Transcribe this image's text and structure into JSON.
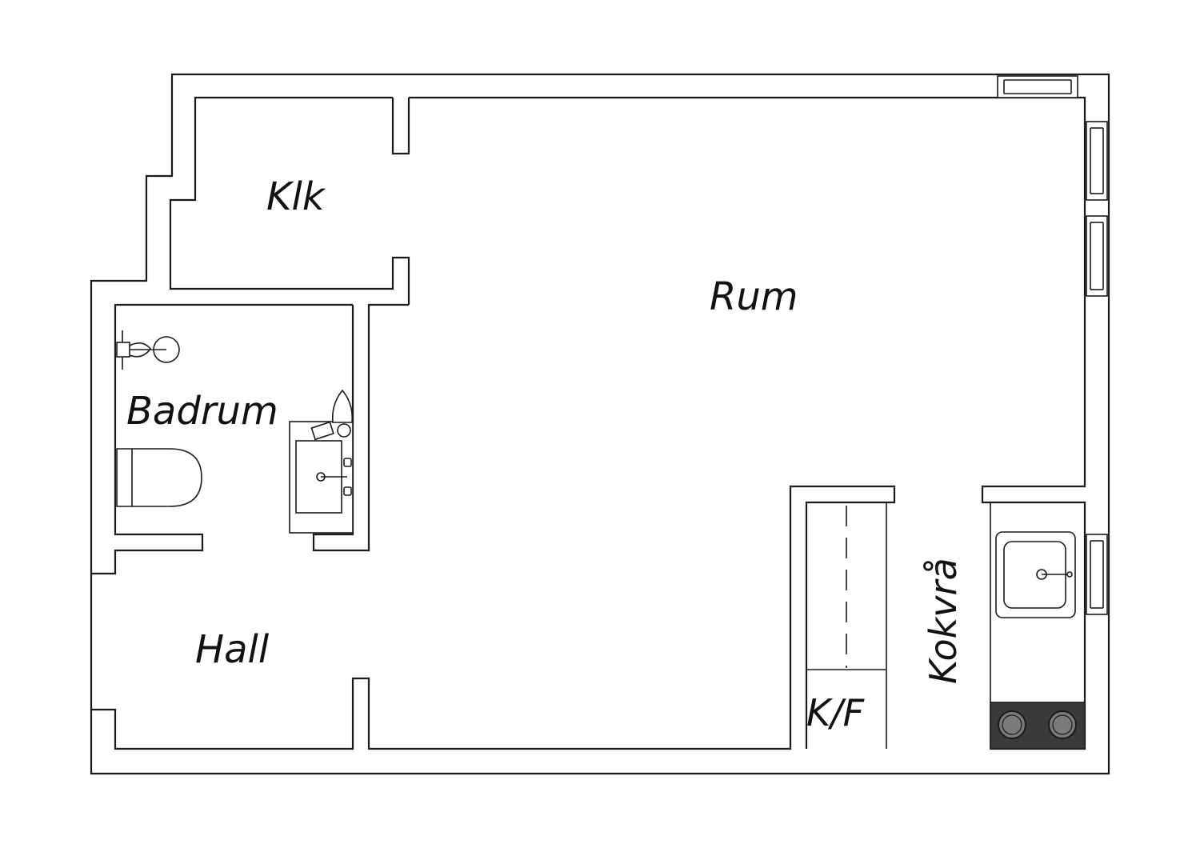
{
  "plan": {
    "rooms": {
      "klk": "Klk",
      "rum": "Rum",
      "badrum": "Badrum",
      "hall": "Hall",
      "kf": "K/F",
      "kokvra": "Kokvrå"
    },
    "colors": {
      "stroke": "#1a1a1a",
      "background": "#ffffff",
      "stove": "#3a3a3a",
      "burner": "#7a7a7a"
    },
    "icons": [
      "shower-icon",
      "toilet-icon",
      "sink-icon",
      "kitchen-sink-icon",
      "stove-icon",
      "window-icon"
    ]
  }
}
